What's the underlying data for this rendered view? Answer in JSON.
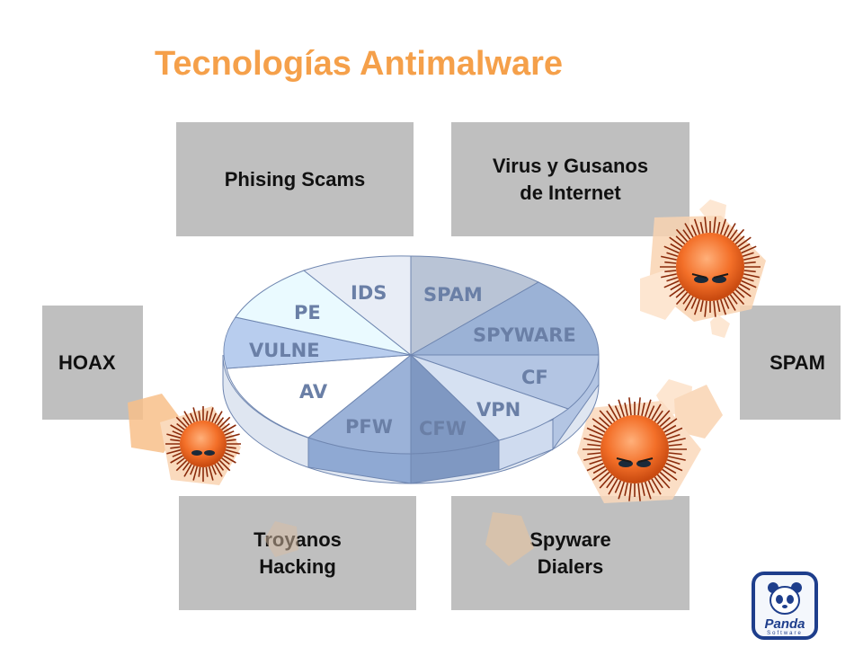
{
  "title": "Tecnologías Antimalware",
  "boxes": {
    "phising": [
      "Phising Scams"
    ],
    "virus": [
      "Virus y Gusanos",
      "de Internet"
    ],
    "hoax": [
      "HOAX"
    ],
    "spam": [
      "SPAM"
    ],
    "troyanos": [
      "Troyanos",
      "Hacking"
    ],
    "spyware": [
      "Spyware",
      "Dialers"
    ]
  },
  "pie": {
    "segments": [
      "SPAM",
      "SPYWARE",
      "CF",
      "VPN",
      "CFW",
      "PFW",
      "AV",
      "VULNE",
      "PE",
      "IDS"
    ]
  },
  "logo": {
    "name": "Panda",
    "sub": "Software"
  },
  "colors": {
    "title": "#f5a04a",
    "box": "#bfbfbf",
    "pie_blue": "#9bb2d6",
    "pie_light": "#dfeaf6",
    "logo": "#1e3e8c"
  }
}
